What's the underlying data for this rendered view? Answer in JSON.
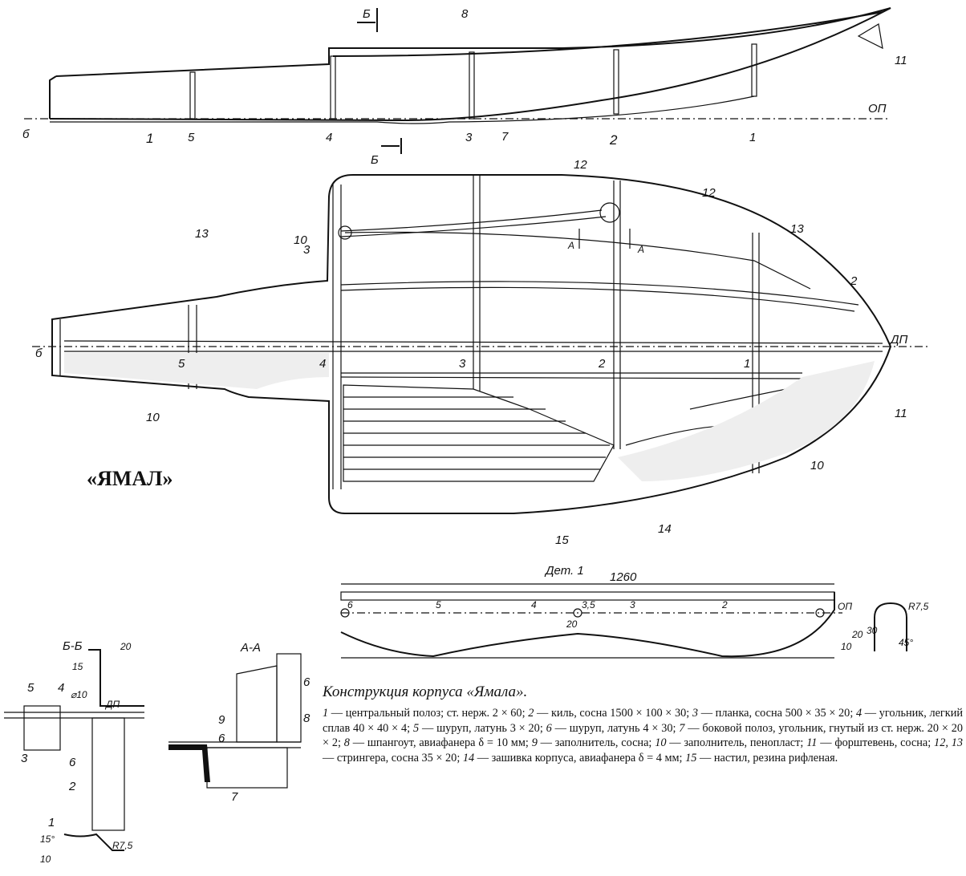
{
  "title": "«ЯМАЛ»",
  "caption": {
    "title": "Конструкция корпуса «Ямала».",
    "items": [
      {
        "n": "1",
        "text": "центральный полоз; ст. нерж. 2 × 60;"
      },
      {
        "n": "2",
        "text": "киль, сосна 1500 × 100 × 30;"
      },
      {
        "n": "3",
        "text": "планка, сосна 500 × 35 × 20;"
      },
      {
        "n": "4",
        "text": "угольник, легкий сплав 40 × 40 × 4;"
      },
      {
        "n": "5",
        "text": "шуруп, латунь 3 × 20;"
      },
      {
        "n": "6",
        "text": "шуруп, латунь 4 × 30;"
      },
      {
        "n": "7",
        "text": "боковой полоз, угольник, гнутый из ст. нерж. 20 × 20 × 2;"
      },
      {
        "n": "8",
        "text": "шпангоут, авиафанера δ = 10 мм;"
      },
      {
        "n": "9",
        "text": "заполнитель, сосна;"
      },
      {
        "n": "10",
        "text": "заполнитель, пенопласт;"
      },
      {
        "n": "11",
        "text": "форштевень, сосна;"
      },
      {
        "n": "12, 13",
        "text": "стрингера, сосна 35 × 20;"
      },
      {
        "n": "14",
        "text": "зашивка корпуса, авиафанера δ = 4 мм;"
      },
      {
        "n": "15",
        "text": "настил, резина рифленая."
      }
    ]
  },
  "side_view": {
    "labels": [
      "б",
      "1",
      "5",
      "4",
      "3",
      "2",
      "1",
      "ОП",
      "8",
      "11",
      "Б",
      "Б"
    ]
  },
  "plan_view": {
    "labels": [
      "7",
      "12",
      "12",
      "13",
      "2",
      "ДП",
      "11",
      "10",
      "14",
      "15",
      "13",
      "3",
      "10",
      "10",
      "б",
      "5",
      "4",
      "3",
      "2",
      "1",
      "А",
      "А"
    ]
  },
  "detail": {
    "title": "Дет. 1",
    "length": "1260",
    "stations": [
      "6",
      "5",
      "4",
      "3,5",
      "3",
      "2"
    ],
    "labels": [
      "ОП",
      "20",
      "10",
      "20",
      "30",
      "R7,5",
      "45°"
    ]
  },
  "section_bb": {
    "title": "Б-Б",
    "labels": [
      "15",
      "20",
      "⌀10",
      "5",
      "4",
      "ДП",
      "3",
      "6",
      "2",
      "1",
      "15°",
      "10",
      "R7,5"
    ]
  },
  "section_aa": {
    "title": "А-А",
    "labels": [
      "6",
      "9",
      "8",
      "6",
      "7"
    ]
  }
}
